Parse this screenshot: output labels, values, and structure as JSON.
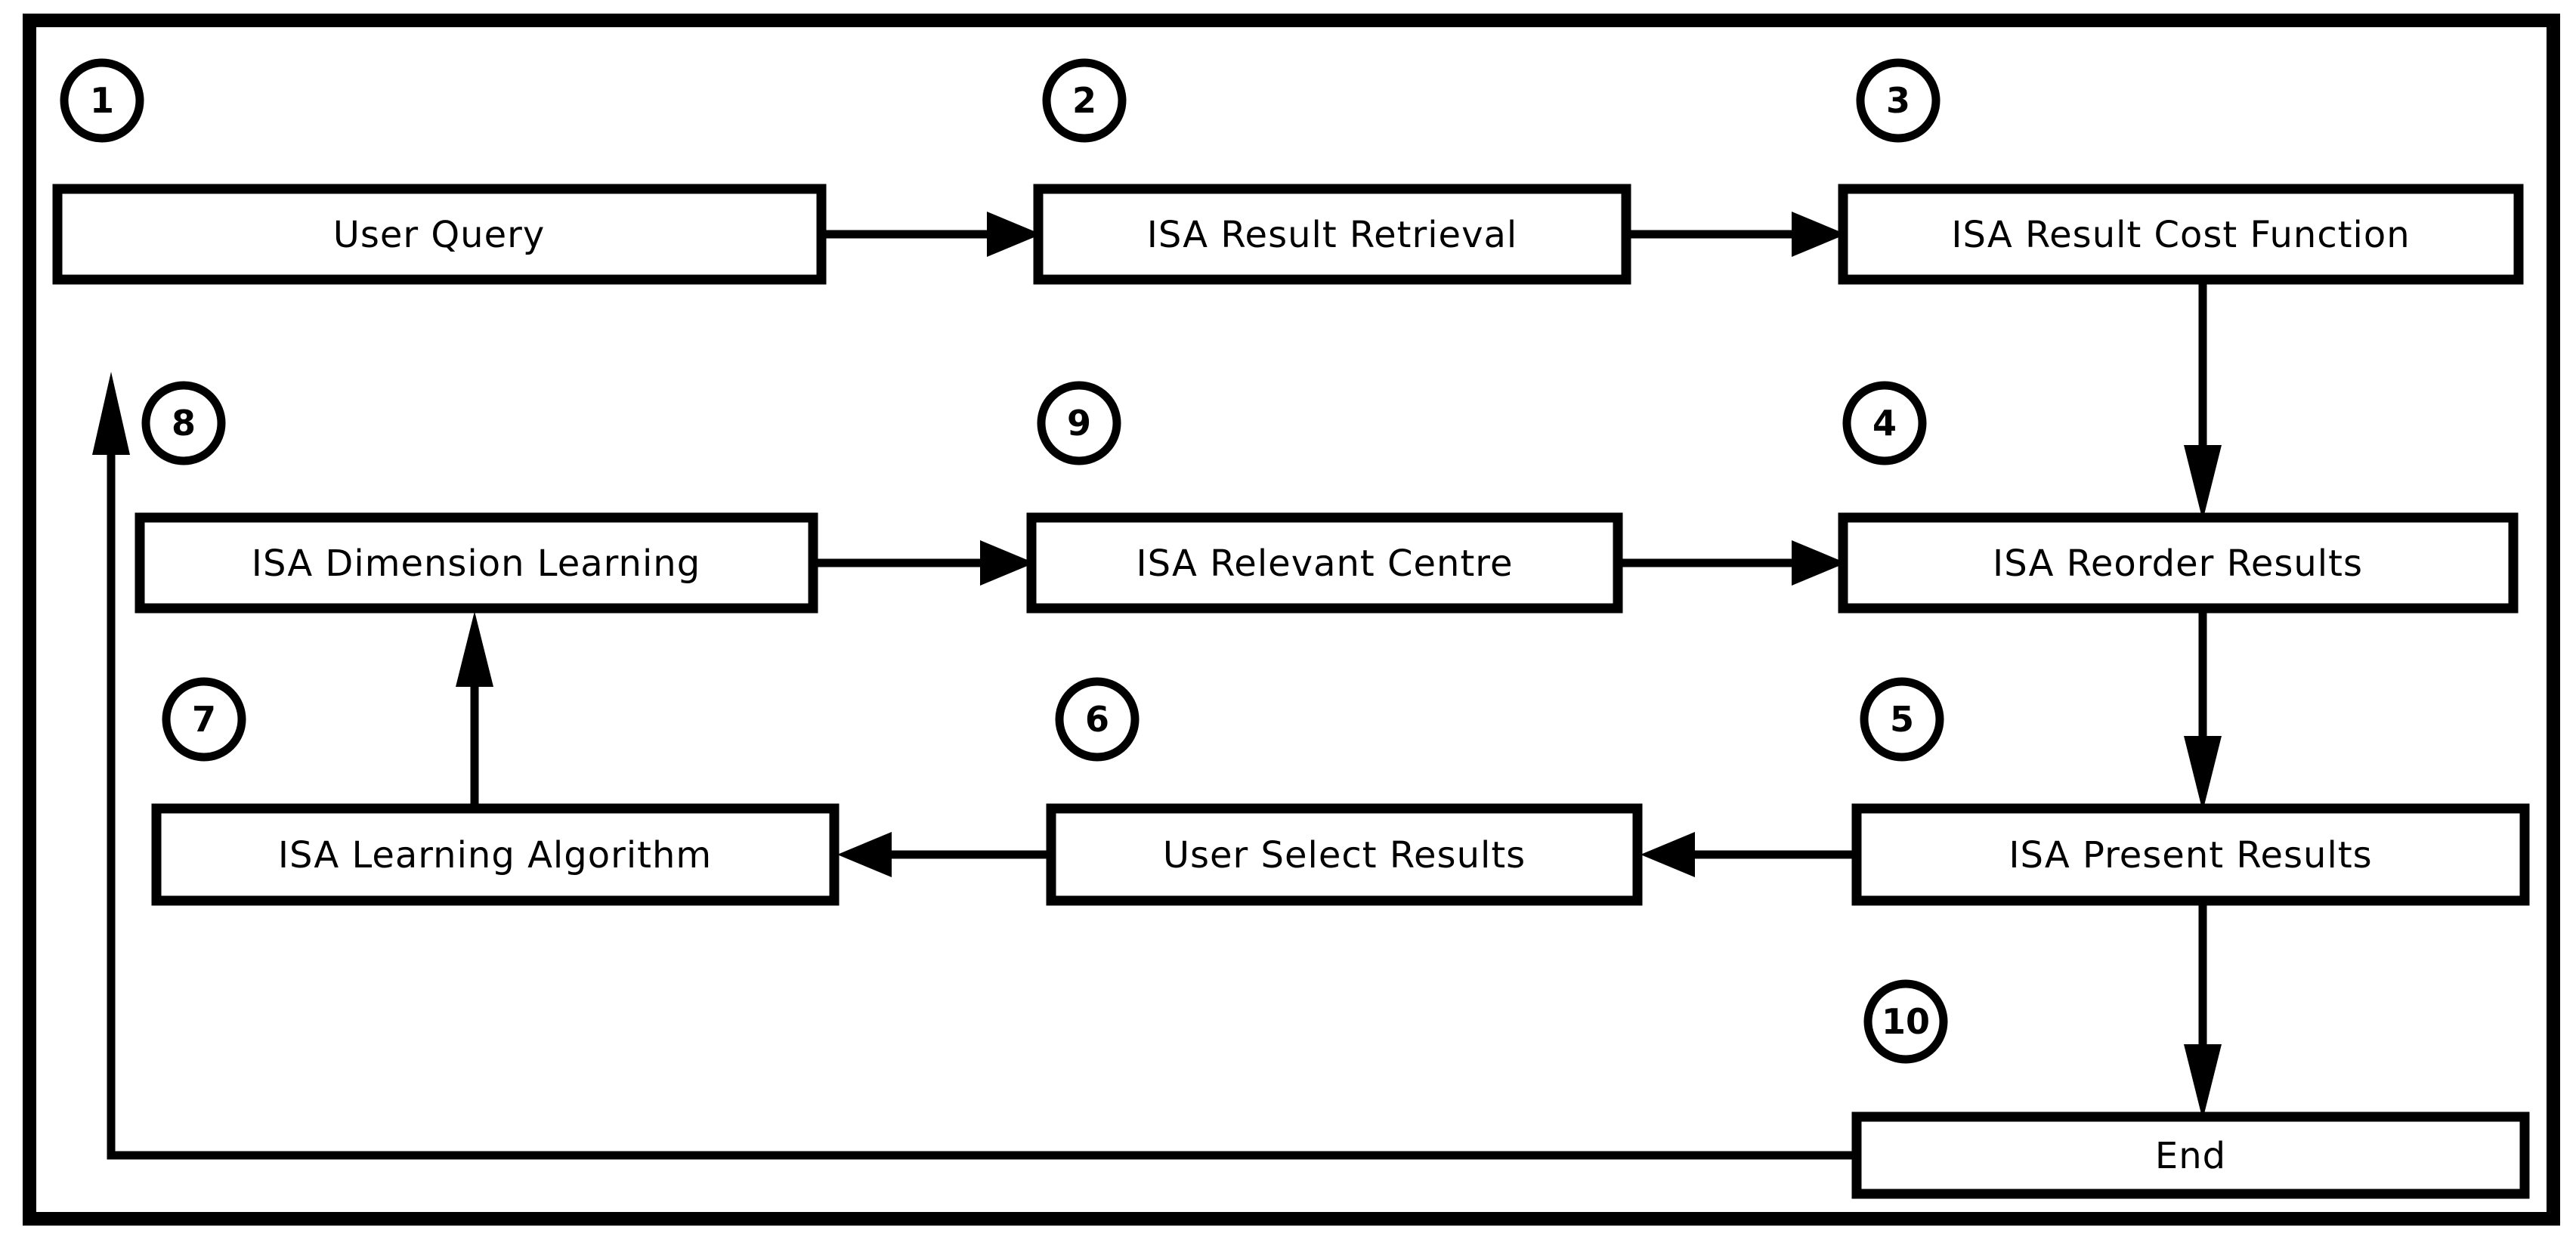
{
  "colors": {
    "stroke": "#000000",
    "background": "#ffffff"
  },
  "nodes": {
    "user_query": {
      "step": "1",
      "label": "User Query"
    },
    "result_retrieval": {
      "step": "2",
      "label": "ISA Result Retrieval"
    },
    "cost_function": {
      "step": "3",
      "label": "ISA Result Cost Function"
    },
    "reorder_results": {
      "step": "4",
      "label": "ISA Reorder Results"
    },
    "present_results": {
      "step": "5",
      "label": "ISA Present Results"
    },
    "user_select": {
      "step": "6",
      "label": "User Select Results"
    },
    "learning_algorithm": {
      "step": "7",
      "label": "ISA Learning Algorithm"
    },
    "dimension_learning": {
      "step": "8",
      "label": "ISA Dimension Learning"
    },
    "relevant_centre": {
      "step": "9",
      "label": "ISA Relevant Centre"
    },
    "end": {
      "step": "10",
      "label": "End"
    }
  },
  "edges": [
    {
      "from": "user_query",
      "to": "result_retrieval"
    },
    {
      "from": "result_retrieval",
      "to": "cost_function"
    },
    {
      "from": "cost_function",
      "to": "reorder_results"
    },
    {
      "from": "reorder_results",
      "to": "present_results"
    },
    {
      "from": "present_results",
      "to": "user_select"
    },
    {
      "from": "user_select",
      "to": "learning_algorithm"
    },
    {
      "from": "learning_algorithm",
      "to": "dimension_learning"
    },
    {
      "from": "dimension_learning",
      "to": "relevant_centre"
    },
    {
      "from": "relevant_centre",
      "to": "reorder_results"
    },
    {
      "from": "present_results",
      "to": "end"
    },
    {
      "from": "end",
      "to": "feedback-loop-up-left-side"
    }
  ]
}
